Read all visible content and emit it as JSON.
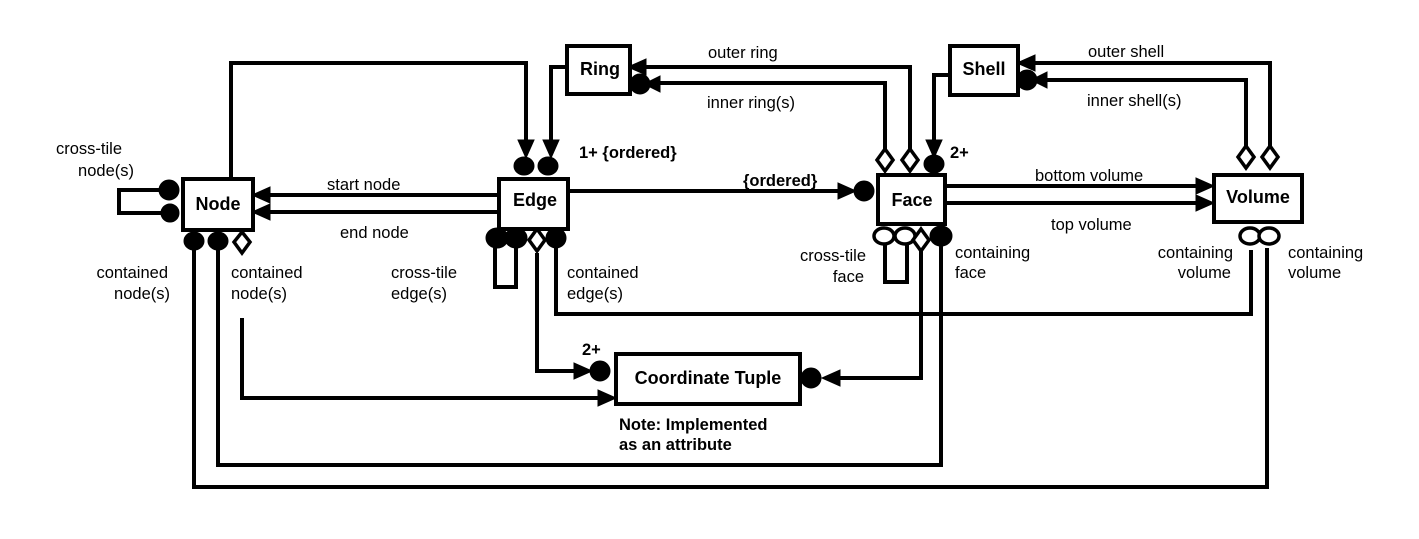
{
  "entities": {
    "node": "Node",
    "edge": "Edge",
    "ring": "Ring",
    "face": "Face",
    "shell": "Shell",
    "volume": "Volume",
    "coordinate_tuple": "Coordinate Tuple"
  },
  "labels": {
    "cross_tile_node_1": "cross-tile",
    "cross_tile_node_2": "node(s)",
    "start_node": "start node",
    "end_node": "end node",
    "contained_node_left_1": "contained",
    "contained_node_left_2": "node(s)",
    "contained_node_right_1": "contained",
    "contained_node_right_2": "node(s)",
    "cross_tile_edge_1": "cross-tile",
    "cross_tile_edge_2": "edge(s)",
    "contained_edge_1": "contained",
    "contained_edge_2": "edge(s)",
    "outer_ring": "outer ring",
    "inner_rings": "inner ring(s)",
    "ring_edge_mult": "1+ {ordered}",
    "edge_face_ordered": "{ordered}",
    "shell_face_mult": "2+",
    "outer_shell": "outer shell",
    "inner_shells": "inner shell(s)",
    "bottom_volume": "bottom volume",
    "top_volume": "top volume",
    "cross_tile_face_1": "cross-tile",
    "cross_tile_face_2": "face",
    "containing_face_1": "containing",
    "containing_face_2": "face",
    "containing_volume_left_1": "containing",
    "containing_volume_left_2": "volume",
    "containing_volume_right_1": "containing",
    "containing_volume_right_2": "volume",
    "coord_mult": "2+"
  },
  "note": {
    "line1": "Note:  Implemented",
    "line2": "as an attribute"
  }
}
